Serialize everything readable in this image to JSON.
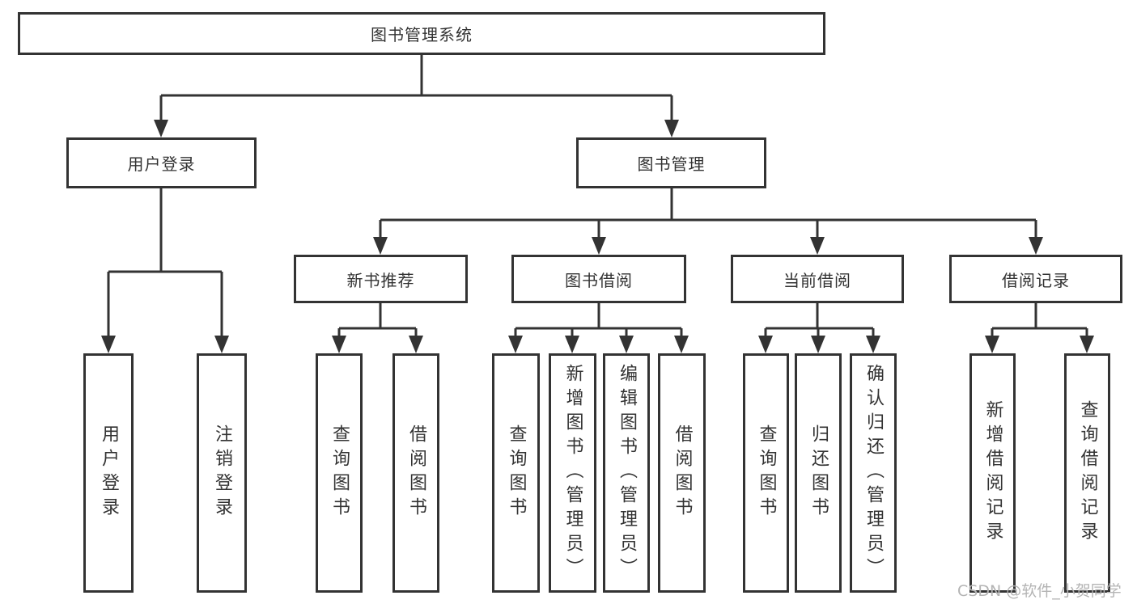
{
  "tree": {
    "label": "图书管理系统",
    "children": [
      {
        "label": "用户登录",
        "children": [
          {
            "label": "用户登录"
          },
          {
            "label": "注销登录"
          }
        ]
      },
      {
        "label": "图书管理",
        "children": [
          {
            "label": "新书推荐",
            "children": [
              {
                "label": "查询图书"
              },
              {
                "label": "借阅图书"
              }
            ]
          },
          {
            "label": "图书借阅",
            "children": [
              {
                "label": "查询图书"
              },
              {
                "label": "新增图书（管理员）"
              },
              {
                "label": "编辑图书（管理员）"
              },
              {
                "label": "借阅图书"
              }
            ]
          },
          {
            "label": "当前借阅",
            "children": [
              {
                "label": "查询图书"
              },
              {
                "label": "归还图书"
              },
              {
                "label": "确认归还（管理员）"
              }
            ]
          },
          {
            "label": "借阅记录",
            "children": [
              {
                "label": "新增借阅记录"
              },
              {
                "label": "查询借阅记录"
              }
            ]
          }
        ]
      }
    ]
  },
  "watermark": {
    "text": "CSDN @软件_小贺同学"
  },
  "colors": {
    "line": "#333333",
    "text": "#333333",
    "box_background": "#ffffff",
    "background": "#ffffff",
    "watermark": "#b4b4b4"
  }
}
